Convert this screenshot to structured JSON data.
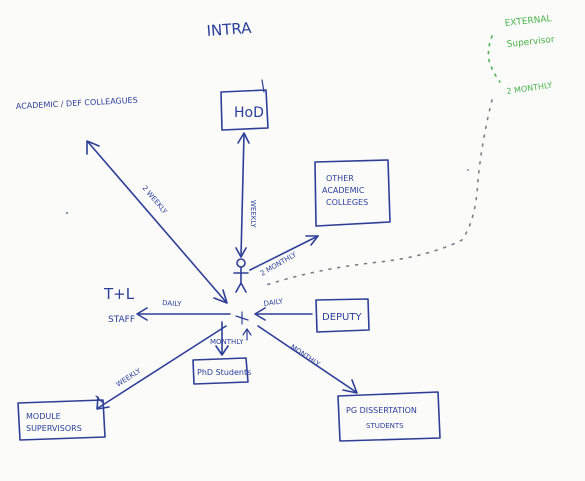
{
  "diagram": {
    "title": "INTRA",
    "external_note": {
      "line1": "EXTERNAL",
      "line2": "Supervisor",
      "frequency": "2 MONTHLY"
    },
    "nodes": {
      "hod": "HoD",
      "other_colleges": {
        "line1": "OTHER",
        "line2": "ACADEMIC",
        "line3": "COLLEGES"
      },
      "academic_colleagues": "ACADEMIC / DEF COLLEAGUES",
      "tl_staff": {
        "line1": "T+L",
        "line2": "STAFF"
      },
      "deputy": "DEPUTY",
      "phd_students": "PhD Students",
      "module_supervisors": {
        "line1": "MODULE",
        "line2": "SUPERVISORS"
      },
      "pg_dissertation": {
        "line1": "PG DISSERTATION",
        "line2": "STUDENTS"
      }
    },
    "edge_labels": {
      "hod": "WEEKLY",
      "other_colleges": "2 MONTHLY",
      "academic_colleagues": "2 WEEKLY",
      "tl_staff": "DAILY",
      "deputy": "DAILY",
      "phd_students": "MONTHLY",
      "module_supervisors": "WEEKLY",
      "pg_dissertation": "MONTHLY"
    }
  }
}
